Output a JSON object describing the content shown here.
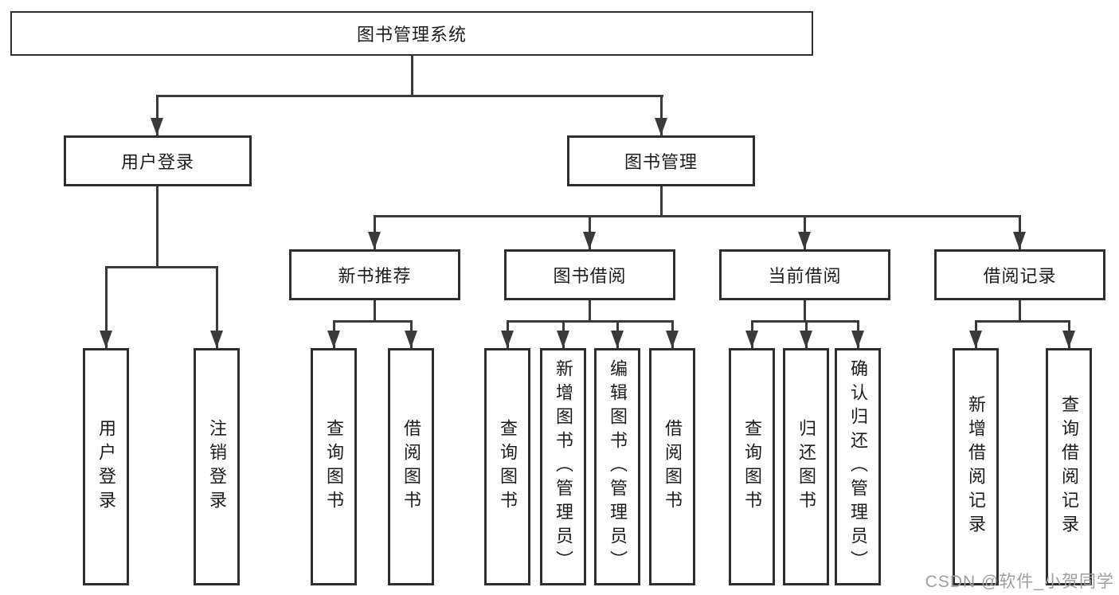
{
  "tree": {
    "root": "图书管理系统",
    "login_branch": {
      "label": "用户登录",
      "children": [
        "用户登录",
        "注销登录"
      ]
    },
    "mgmt_branch": {
      "label": "图书管理",
      "groups": [
        {
          "label": "新书推荐",
          "children": [
            "查询图书",
            "借阅图书"
          ]
        },
        {
          "label": "图书借阅",
          "children": [
            "查询图书",
            "新增图书（管理员）",
            "编辑图书（管理员）",
            "借阅图书"
          ]
        },
        {
          "label": "当前借阅",
          "children": [
            "查询图书",
            "归还图书",
            "确认归还（管理员）"
          ]
        },
        {
          "label": "借阅记录",
          "children": [
            "新增借阅记录",
            "查询借阅记录"
          ]
        }
      ]
    }
  },
  "watermark": "CSDN @软件_小贺同学",
  "colors": {
    "line": "#3a3a3a",
    "box_border": "#2e2e2e",
    "text": "#1c1c1c",
    "watermark": "#9e9e9e",
    "background": "#ffffff"
  }
}
